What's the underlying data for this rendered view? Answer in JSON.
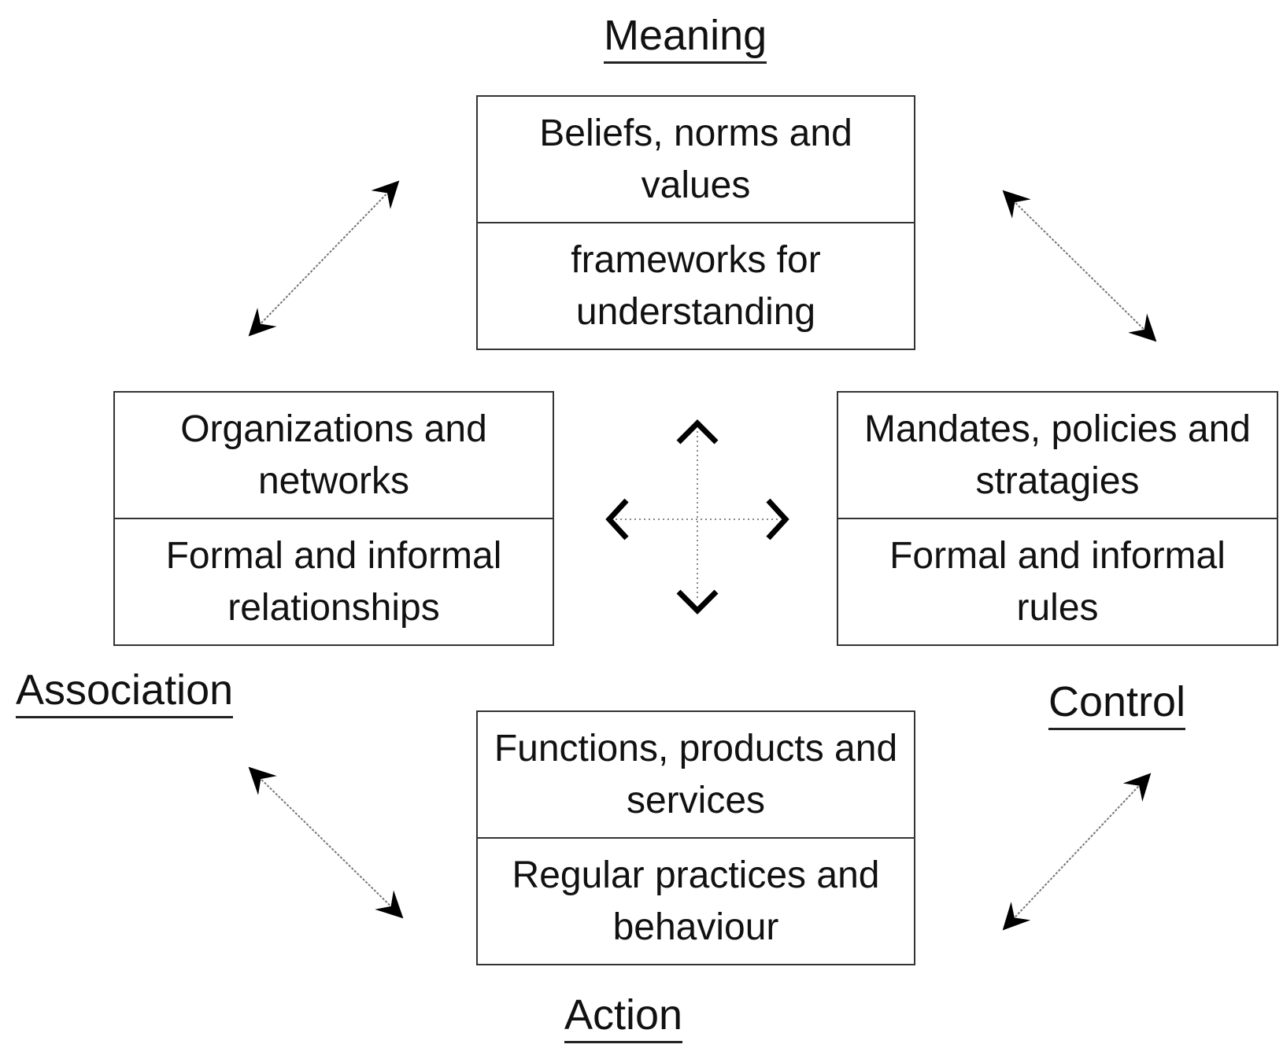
{
  "corners": {
    "meaning": "Meaning",
    "association": "Association",
    "control": "Control",
    "action": "Action"
  },
  "boxes": {
    "top": {
      "upper": "Beliefs, norms and values",
      "lower": "frameworks for understanding"
    },
    "left": {
      "upper": "Organizations and networks",
      "lower": "Formal and informal relationships"
    },
    "right": {
      "upper": "Mandates, policies and stratagies",
      "lower": "Formal and informal rules"
    },
    "bottom": {
      "upper": "Functions, products and services",
      "lower": "Regular practices and behaviour"
    }
  },
  "colors": {
    "line": "#777777",
    "arrowhead": "#000000",
    "border": "#333333"
  }
}
